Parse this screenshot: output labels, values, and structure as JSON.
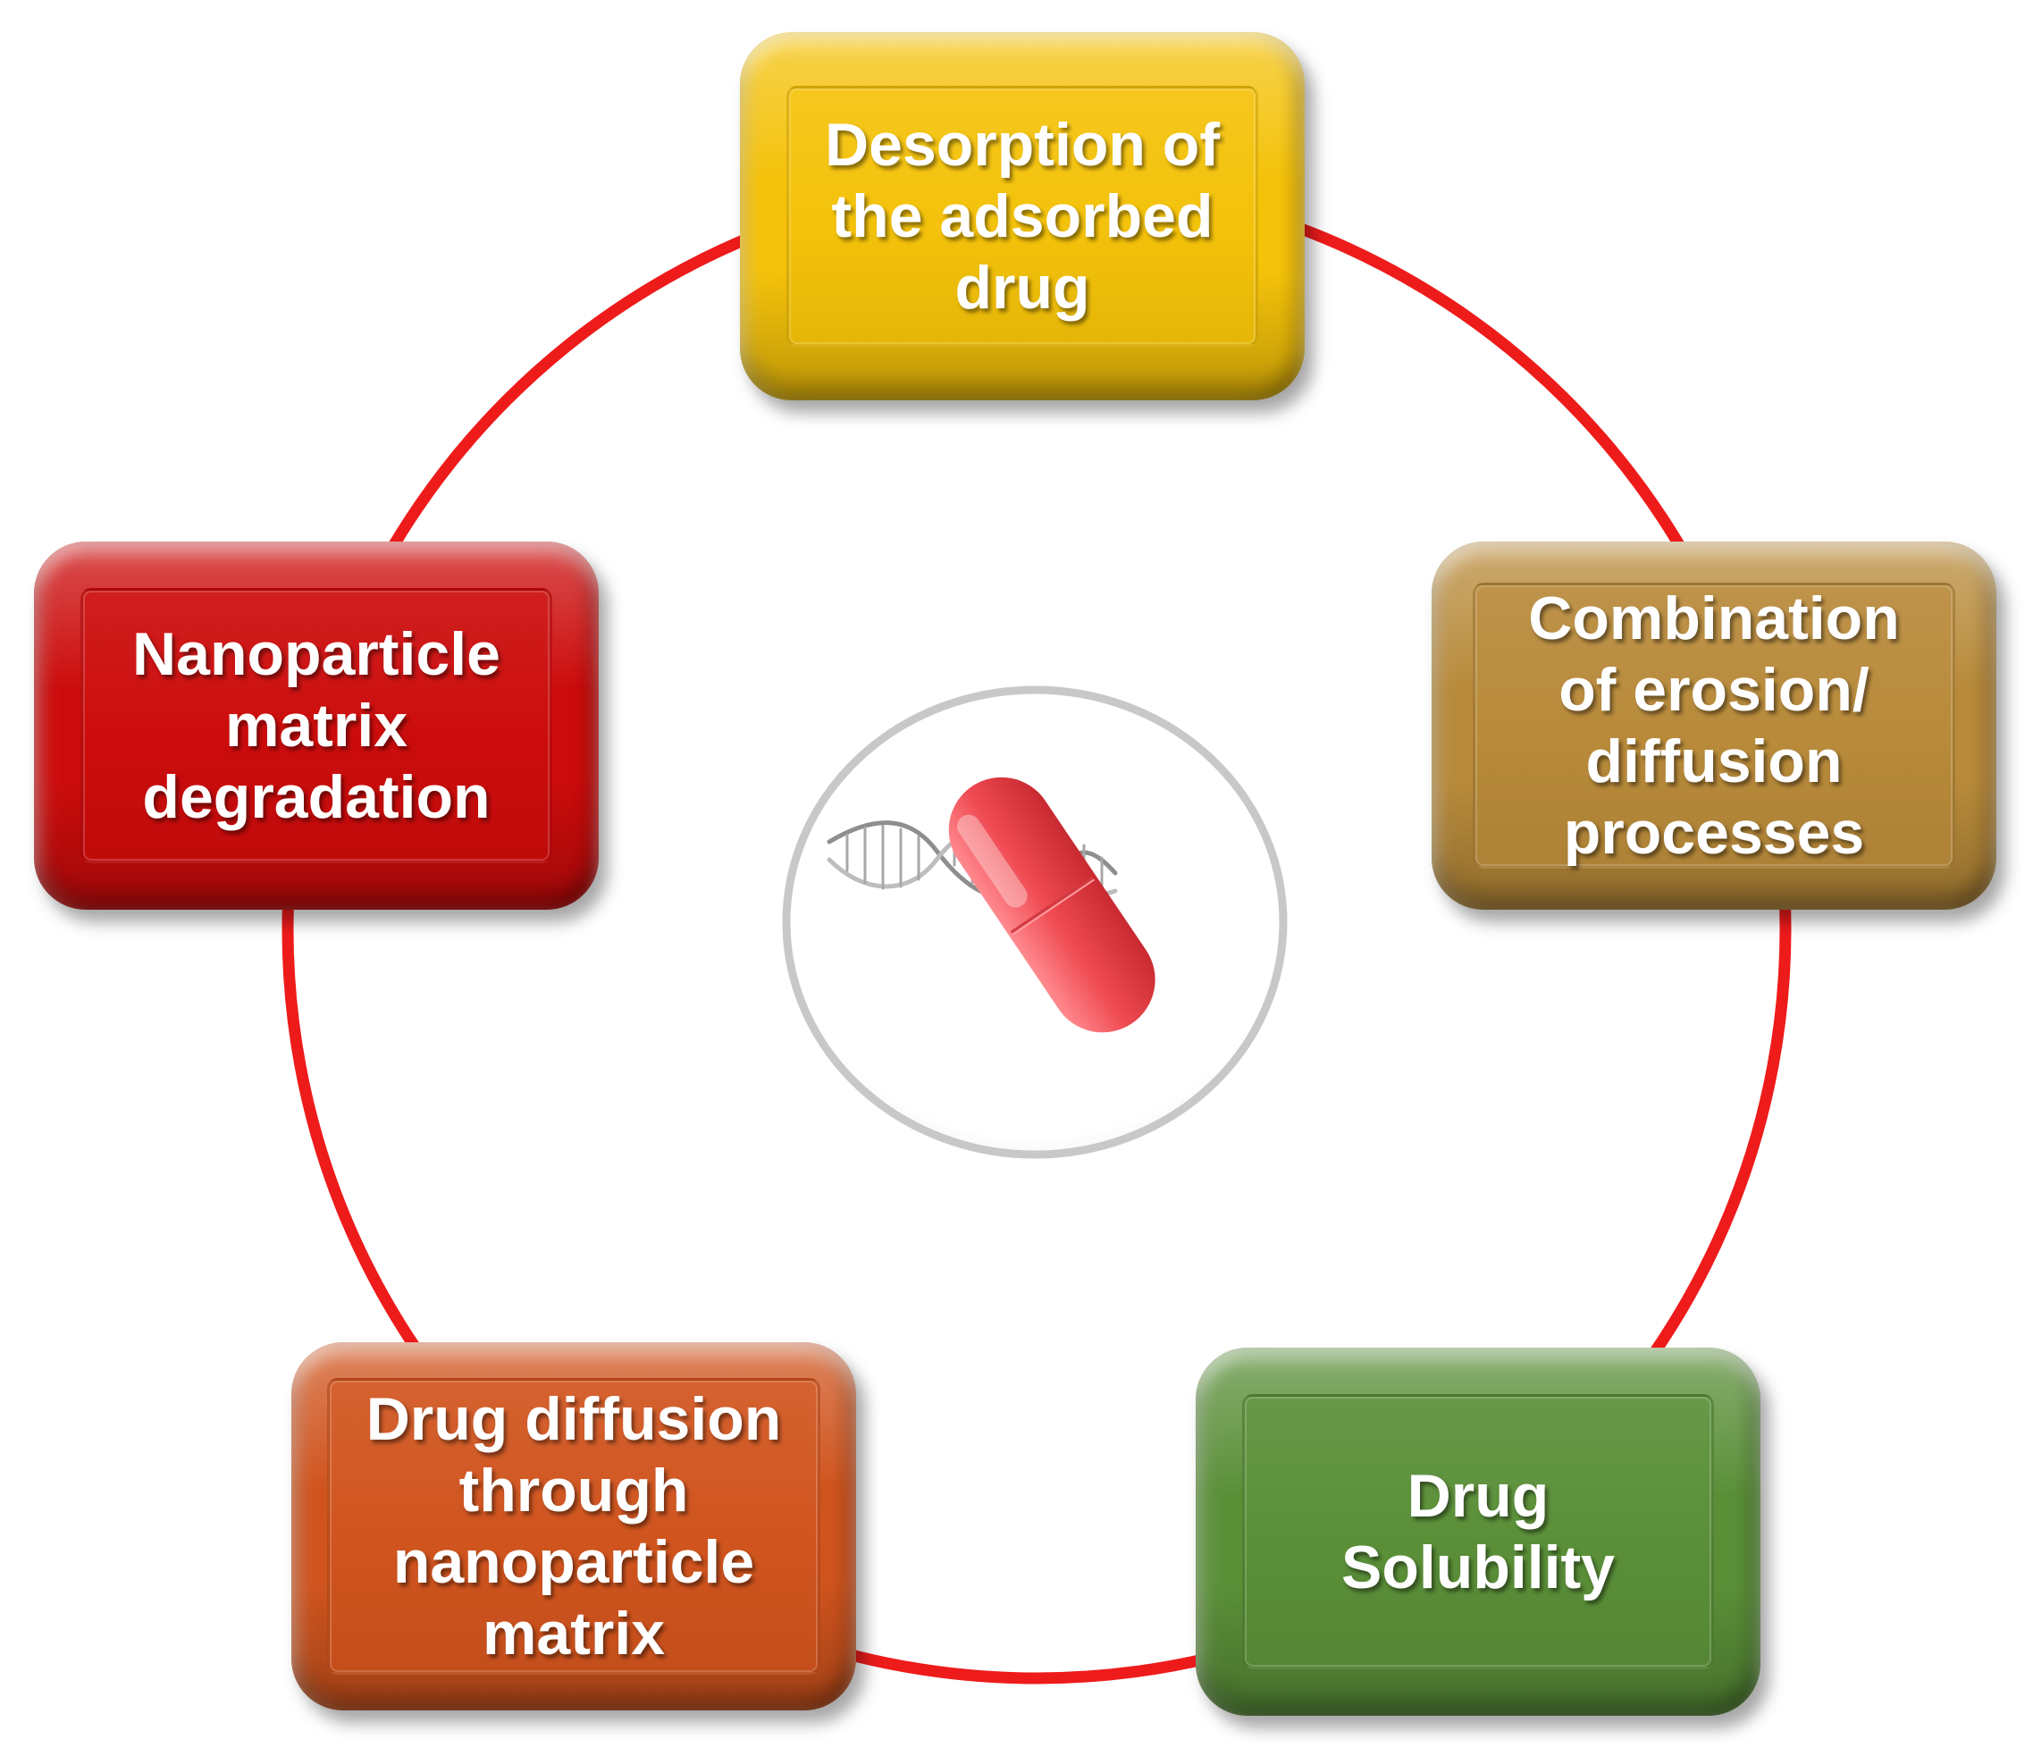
{
  "diagram": {
    "type": "cycle",
    "connector_color": "#ee1b1b",
    "nodes": [
      {
        "id": "desorption",
        "label": "Desorption of\nthe adsorbed\ndrug",
        "color": "#f4c20a"
      },
      {
        "id": "combination",
        "label": "Combination\nof erosion/\ndiffusion\nprocesses",
        "color": "#b88a3a"
      },
      {
        "id": "solubility",
        "label": "Drug\nSolubility",
        "color": "#5a8f38"
      },
      {
        "id": "diffusion",
        "label": "Drug diffusion\nthrough\nnanoparticle\nmatrix",
        "color": "#d0541e"
      },
      {
        "id": "degradation",
        "label": "Nanoparticle\nmatrix\ndegradation",
        "color": "#cc0c0c"
      }
    ],
    "edges": [
      [
        "desorption",
        "combination"
      ],
      [
        "combination",
        "solubility"
      ],
      [
        "solubility",
        "diffusion"
      ],
      [
        "diffusion",
        "degradation"
      ],
      [
        "degradation",
        "desorption"
      ]
    ],
    "center": {
      "icons": [
        "capsule-icon",
        "dna-helix-icon"
      ],
      "capsule_color": "#e8434a",
      "ring_color": "#c8c8c8"
    }
  }
}
